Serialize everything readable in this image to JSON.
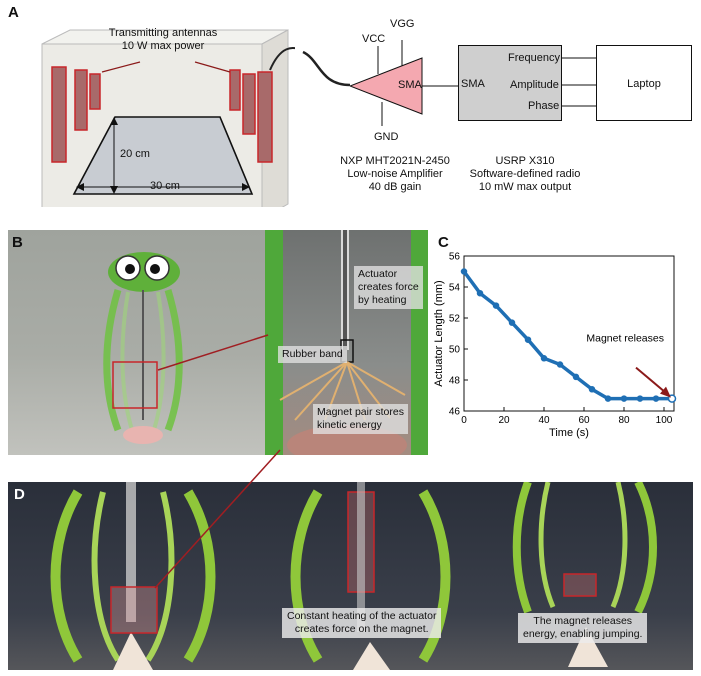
{
  "panelA": {
    "letter": "A",
    "antenna_label_line1": "Transmitting antennas",
    "antenna_label_line2": "10 W max power",
    "dim_height": "20 cm",
    "dim_width": "30 cm",
    "amp": {
      "vcc": "VCC",
      "vgg": "VGG",
      "gnd": "GND",
      "sma_in": "SMA"
    },
    "radio": {
      "sma": "SMA",
      "ports": [
        "Frequency",
        "Amplitude",
        "Phase"
      ]
    },
    "laptop": "Laptop",
    "amp_caption": [
      "NXP MHT2021N-2450",
      "Low-noise Amplifier",
      "40 dB gain"
    ],
    "radio_caption": [
      "USRP X310",
      "Software-defined radio",
      "10 mW max output"
    ]
  },
  "panelB": {
    "letter": "B",
    "actuator_label": [
      "Actuator",
      "creates force",
      "by heating"
    ],
    "rubber_band_label": "Rubber band",
    "magnet_label": [
      "Magnet pair stores",
      "kinetic energy"
    ]
  },
  "panelC": {
    "letter": "C",
    "annotation": "Magnet releases"
  },
  "panelD": {
    "letter": "D",
    "caption_middle": [
      "Constant heating of the actuator",
      "creates force on the magnet."
    ],
    "caption_right": [
      "The magnet releases",
      "energy, enabling jumping."
    ]
  },
  "chart_data": {
    "type": "line",
    "xlabel": "Time (s)",
    "ylabel": "Actuator Length (mm)",
    "xlim": [
      0,
      105
    ],
    "ylim": [
      46,
      56
    ],
    "xticks": [
      0,
      20,
      40,
      60,
      80,
      100
    ],
    "yticks": [
      46,
      48,
      50,
      52,
      54,
      56
    ],
    "x": [
      0,
      8,
      16,
      24,
      32,
      40,
      48,
      56,
      64,
      72,
      80,
      88,
      96,
      104
    ],
    "y": [
      55.0,
      53.6,
      52.8,
      51.7,
      50.6,
      49.4,
      49.0,
      48.2,
      47.4,
      46.8,
      46.8,
      46.8,
      46.8,
      46.8
    ],
    "line_color": "#1f6fb4",
    "annotation_color": "#8b1a1a"
  }
}
